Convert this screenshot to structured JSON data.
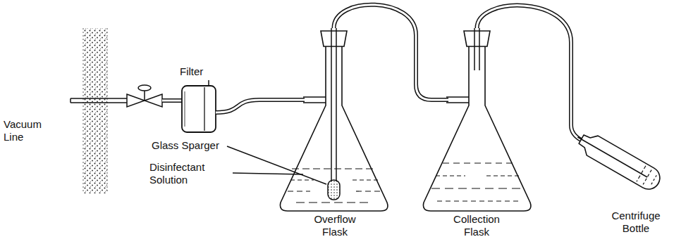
{
  "diagram": {
    "labels": [
      "Vacuum Line",
      "Filter",
      "Glass Sparger",
      "Disinfectant Solution",
      "Overflow Flask",
      "Collection Flask",
      "Centrifuge Bottle"
    ]
  }
}
